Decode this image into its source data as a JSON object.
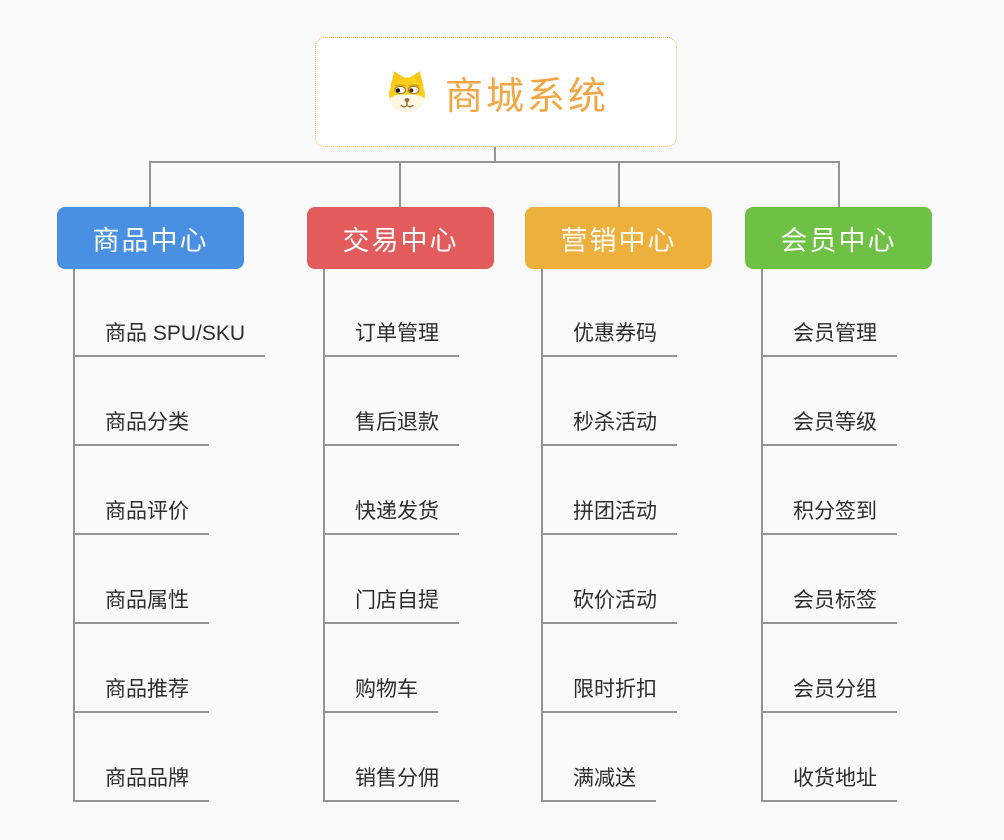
{
  "root": {
    "title": "商城系统",
    "icon": "shiba-dog-icon"
  },
  "colors": {
    "background": "#fafafa",
    "connector_line": "#949494",
    "root_border": "#f3bc66",
    "root_title": "#f2a644",
    "leaf_text": "#2d2d2d",
    "branch_blue": "#4a90e2",
    "branch_red": "#e25c5c",
    "branch_orange": "#eeb03d",
    "branch_green": "#6ec144"
  },
  "branches": [
    {
      "label": "商品中心",
      "color": "#4a90e2",
      "items": [
        "商品 SPU/SKU",
        "商品分类",
        "商品评价",
        "商品属性",
        "商品推荐",
        "商品品牌"
      ]
    },
    {
      "label": "交易中心",
      "color": "#e25c5c",
      "items": [
        "订单管理",
        "售后退款",
        "快递发货",
        "门店自提",
        "购物车",
        "销售分佣"
      ]
    },
    {
      "label": "营销中心",
      "color": "#eeb03d",
      "items": [
        "优惠券码",
        "秒杀活动",
        "拼团活动",
        "砍价活动",
        "限时折扣",
        "满减送"
      ]
    },
    {
      "label": "会员中心",
      "color": "#6ec144",
      "items": [
        "会员管理",
        "会员等级",
        "积分签到",
        "会员标签",
        "会员分组",
        "收货地址"
      ]
    }
  ]
}
